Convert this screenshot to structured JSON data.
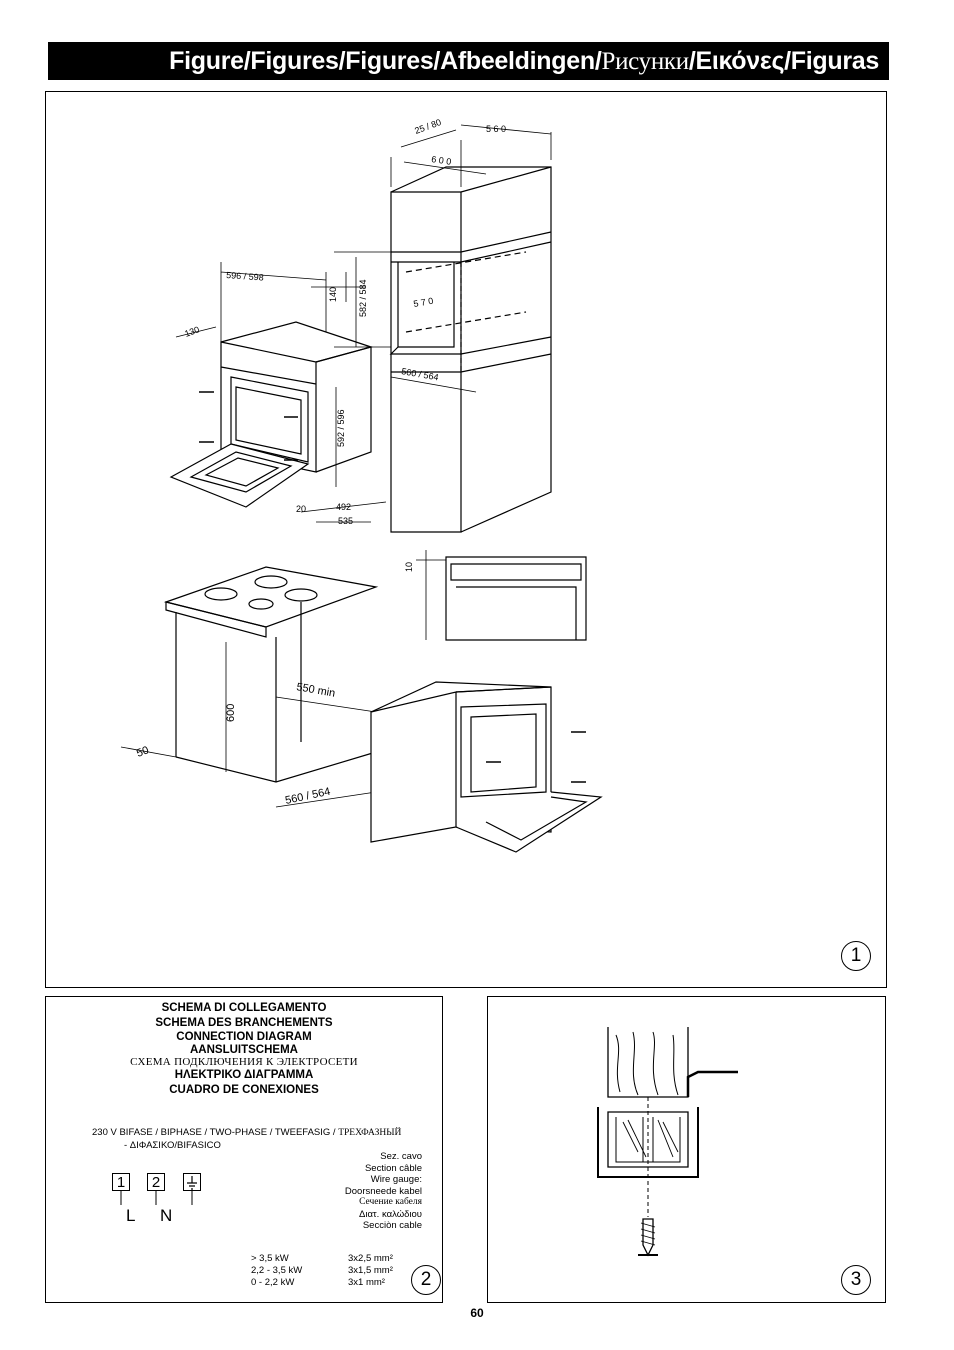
{
  "header": {
    "title_a": "Figure/Figures/Figures/Afbeeldingen/",
    "title_b": "Рисунки",
    "title_c": "/Εικόνες/Figuras"
  },
  "figure1": {
    "number": "1",
    "dims": {
      "d25_80": "25 / 80",
      "d560_top": "5 6 0",
      "d600": "6 0 0",
      "d596_598": "596 / 598",
      "d140": "140",
      "d582_584": "582 / 584",
      "d130": "130",
      "d570": "5 7 0",
      "d560_564_a": "560 / 564",
      "d592_596": "592 / 596",
      "d20": "20",
      "d492": "492",
      "d535": "535",
      "d10": "10",
      "d550": "550 min",
      "d600_b": "600",
      "d50": "50",
      "d560_564_b": "560 / 564"
    }
  },
  "figure2": {
    "number": "2",
    "titles": [
      "SCHEMA DI COLLEGAMENTO",
      "SCHEMA DES BRANCHEMENTS",
      "CONNECTION DIAGRAM",
      "AANSLUITSCHEMA"
    ],
    "title_ru": "СХЕМА ПОДКЛЮЧЕНИЯ К ЭЛЕКТРОСЕТИ",
    "titles_b": [
      "ΗΛΕΚΤΡΙΚΟ ΔΙΑΓΡΑΜΜΑ",
      "CUADRO DE CONEXIONES"
    ],
    "phase_line1": "230 V  BIFASE / BIPHASE / TWO-PHASE / TWEEFASIG / ",
    "phase_line1_ru": "ТРЕХФАЗНЫЙ",
    "phase_line2": "- ΔΙΦΑΣΙΚΟ/BIFASICO",
    "wire_labels": [
      "Sez. cavo",
      "Section câble",
      "Wire gauge:",
      "Doorsneede kabel",
      "Сечение кабеля",
      "Διατ. καλώδιου",
      "Secciòn cable"
    ],
    "terminals": [
      "1",
      "2"
    ],
    "terminal_labels": [
      "L",
      "N"
    ],
    "ratings": [
      {
        "power": "> 3,5 kW",
        "cable": "3x2,5 mm²"
      },
      {
        "power": "2,2 - 3,5 kW",
        "cable": "3x1,5 mm²"
      },
      {
        "power": "0 - 2,2 kW",
        "cable": "3x1    mm²"
      }
    ]
  },
  "figure3": {
    "number": "3"
  },
  "page_number": "60"
}
